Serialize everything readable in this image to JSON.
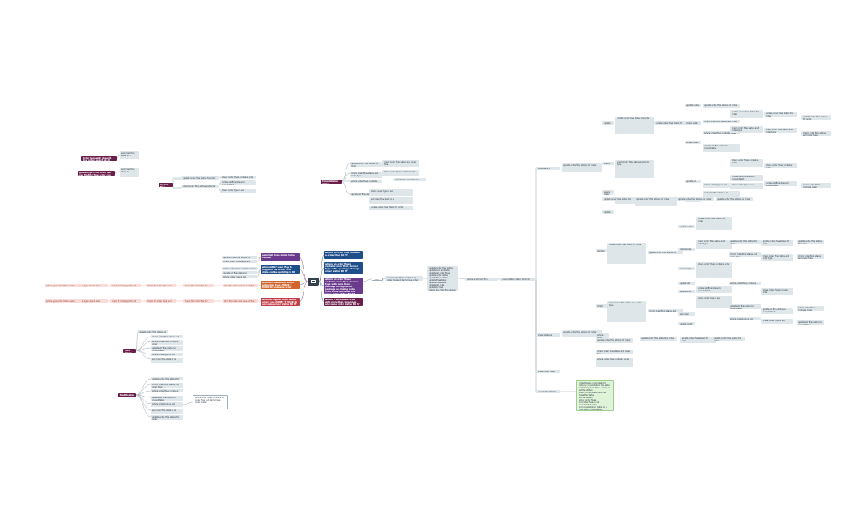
{
  "mindmap": {
    "center": {
      "icon": "mindmap-icon"
    },
    "main_branches": [
      {
        "id": "b1",
        "label": "select all flows inside to be verified",
        "style": "head-purple"
      },
      {
        "id": "b2",
        "label": "where ADD? mask flag to toggle in via action SCOF state and be updating in DF",
        "style": "head-blue"
      },
      {
        "id": "b3",
        "label": "where in placement where action has type ANNEX Y MARK ID and same order status ORDER",
        "style": "head-orange"
      },
      {
        "id": "b4",
        "label": "where a regular order where order type ANNEX Y MARK ID and same order status BO ST",
        "style": "head-red"
      },
      {
        "id": "b5",
        "label": "where an order flow contains a order then BO ST",
        "style": "head-blue"
      },
      {
        "id": "b6",
        "label": "where an order flows contains more than 1 order type with a package through order status BO ST",
        "style": "head-blue"
      },
      {
        "id": "b7",
        "label": "where an order flows contains more than 1 order type with more than 1 package through order package on closing order from same fill status and same order status BO ST",
        "style": "head-purple"
      },
      {
        "id": "b8",
        "label": "where a warehouse order with more than 1 package and same order status BO ST",
        "style": "head-maroon"
      }
    ],
    "left_heads": [
      {
        "id": "lh1",
        "label": "Order type with deposit, flow order, select ok all",
        "style": "head-maroon"
      },
      {
        "id": "lh2",
        "label": "global type from order can can Modifiy flow order can label type",
        "style": "head-maroon"
      },
      {
        "id": "lh3",
        "label": "Update flow",
        "style": "head-maroon"
      },
      {
        "id": "lh4",
        "label": "Lock Flows",
        "style": "head-maroon"
      },
      {
        "id": "lh5",
        "label": "Modification Flows",
        "style": "head-maroon"
      },
      {
        "id": "lh6",
        "label": "Consolidation status",
        "style": "head-maroon"
      }
    ],
    "mid_nodes": [
      {
        "id": "m1",
        "label": "order flow",
        "style": "outline"
      },
      {
        "id": "m2",
        "label": "where order flows contains all order flow and items have order status",
        "style": "leaf"
      },
      {
        "id": "m3",
        "label": "update order flow status\nupdate lock all status\nupdate all order flows\nupdate order status\nupdate flows status\nupdate the status\nupdate the status\nupdate all order\nupdate to flow\ncheck the order flow status",
        "style": "leaf"
      },
      {
        "id": "m4",
        "label": "where first order flow consolidation is ok",
        "style": "leaf"
      },
      {
        "id": "m5",
        "label": "consolidation status for order flow in IL 13",
        "style": "leaf"
      }
    ],
    "right_level1": [
      {
        "id": "r1",
        "label": "flow status is consolidated",
        "style": "leaf"
      },
      {
        "id": "r2",
        "label": "where status is consolidated",
        "style": "leaf"
      },
      {
        "id": "r3",
        "label": "where order flows contains more than 1 order",
        "style": "leaf"
      },
      {
        "id": "r4",
        "label": "consolidated status for order flow",
        "style": "leaf"
      }
    ],
    "green_note": {
      "label": "order flow is consolidated to\ndelivery consolidation the status\ncontaining more than 1 order as set the status\nwhere consolidated all order flows the status\nset the status\nset all order flows\nand order flows in ok consolidated order\nand consolidation status in IL\nflow status consolidated",
      "style": "green"
    },
    "pink_chains": [
      {
        "labels": [
          "ship the order and save all flow order to consolidation",
          "check the order flow for order status",
          "check for order type and order flow status",
          "check if order type for all flow",
          "order type check flows",
          "where type order flows status"
        ]
      },
      {
        "labels": [
          "ship the order and save all flow order to consolidation",
          "check the order flow for order status",
          "check for order type and order flow status",
          "check if order type for all flow",
          "order type check flows",
          "where type order flows status"
        ]
      }
    ],
    "generic": {
      "leaf_a": "update order flow status for order",
      "leaf_b": "check order flow status and order type",
      "leaf_c": "where order flows contains order",
      "leaf_d": "update all flow status to consolidated",
      "leaf_e": "where order type is set",
      "leaf_f": "set order flow state in IL"
    }
  }
}
